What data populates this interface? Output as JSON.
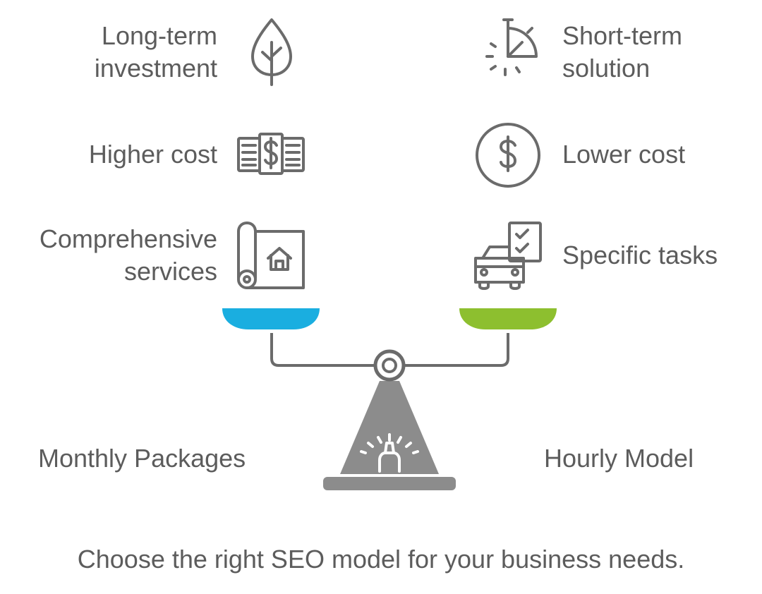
{
  "left_option": {
    "name": "Monthly Packages",
    "color": "#1aaee0",
    "features": [
      {
        "line1": "Long-term",
        "line2": "investment",
        "icon": "tree-icon"
      },
      {
        "line1": "Higher cost",
        "line2": "",
        "icon": "banknotes-icon"
      },
      {
        "line1": "Comprehensive",
        "line2": "services",
        "icon": "blueprint-house-icon"
      }
    ]
  },
  "right_option": {
    "name": "Hourly Model",
    "color": "#8dbf2f",
    "features": [
      {
        "line1": "Short-term",
        "line2": "solution",
        "icon": "stopwatch-icon"
      },
      {
        "line1": "Lower cost",
        "line2": "",
        "icon": "dollar-coin-icon"
      },
      {
        "line1": "Specific tasks",
        "line2": "",
        "icon": "car-checklist-icon"
      }
    ]
  },
  "colors": {
    "text": "#5c5c5c",
    "icon_stroke": "#6b6b6b",
    "scale_body": "#8c8c8c",
    "left_pan": "#1aaee0",
    "right_pan": "#8dbf2f"
  },
  "footer": "Choose the right SEO model for your business needs."
}
